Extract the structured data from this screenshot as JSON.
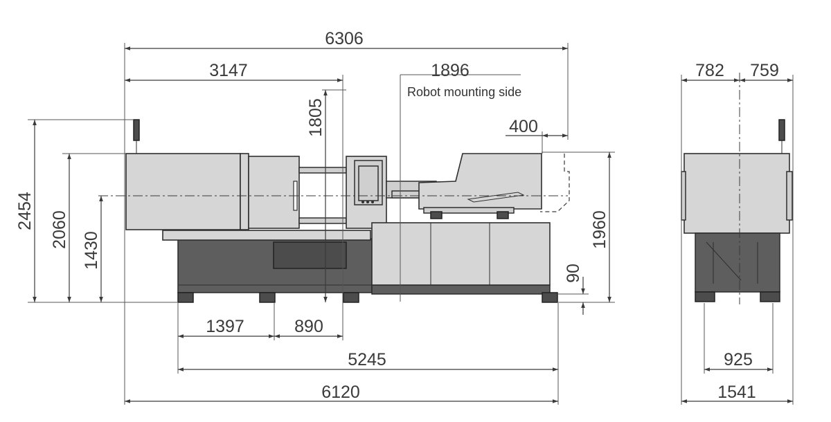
{
  "drawing": {
    "robot_note": "Robot mounting side",
    "front_view": {
      "overall_length": "6306",
      "clamp_length": "3147",
      "robot_distance": "1896",
      "nozzle_overhang": "400",
      "total_height": "2454",
      "body_height": "2060",
      "axis_height": "1430",
      "mold_height": "1805",
      "hopper_height": "1960",
      "foot_height": "90",
      "foot_spacing_1": "1397",
      "foot_spacing_2": "890",
      "base_length": "5245",
      "machine_length": "6120"
    },
    "side_view": {
      "left_half": "782",
      "right_half": "759",
      "foot_width": "925",
      "overall_width": "1541"
    }
  }
}
